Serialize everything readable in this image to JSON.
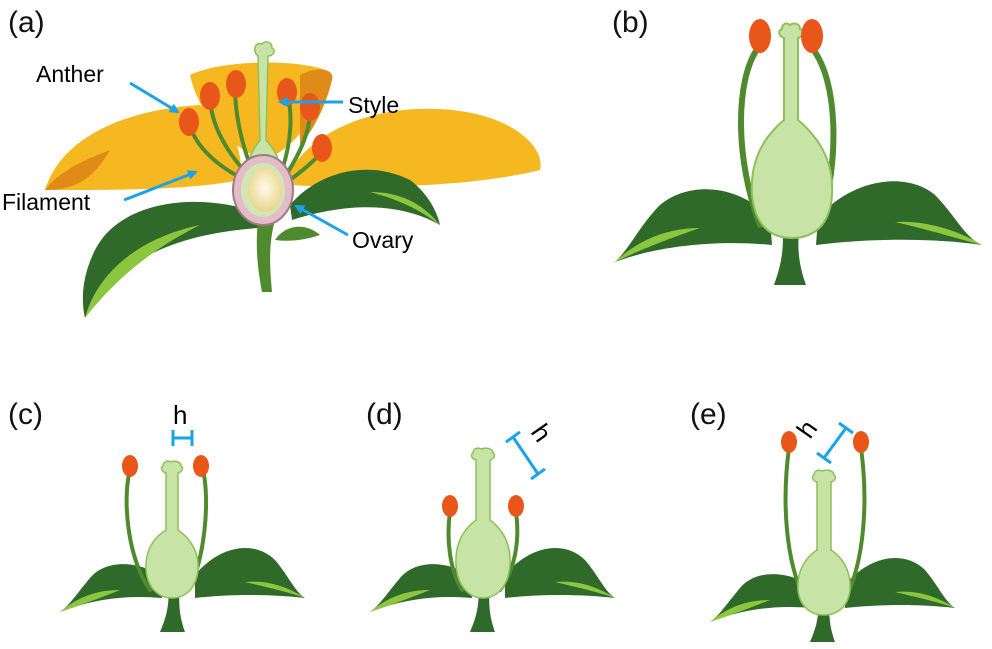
{
  "panels": {
    "a": {
      "label": "(a)"
    },
    "b": {
      "label": "(b)"
    },
    "c": {
      "label": "(c)"
    },
    "d": {
      "label": "(d)"
    },
    "e": {
      "label": "(e)"
    }
  },
  "callouts": {
    "anther": "Anther",
    "style": "Style",
    "filament": "Filament",
    "ovary": "Ovary"
  },
  "height_label": "h",
  "colors": {
    "petal": "#f5b820",
    "petal_dark": "#e08a18",
    "leaf_dark": "#2f6a2a",
    "leaf_light": "#8cc63f",
    "pistil": "#c7e3a6",
    "pistil_edge": "#8fbf5a",
    "filament": "#4f8a2e",
    "anther": "#e8561a",
    "arrow": "#1aa3e8"
  }
}
